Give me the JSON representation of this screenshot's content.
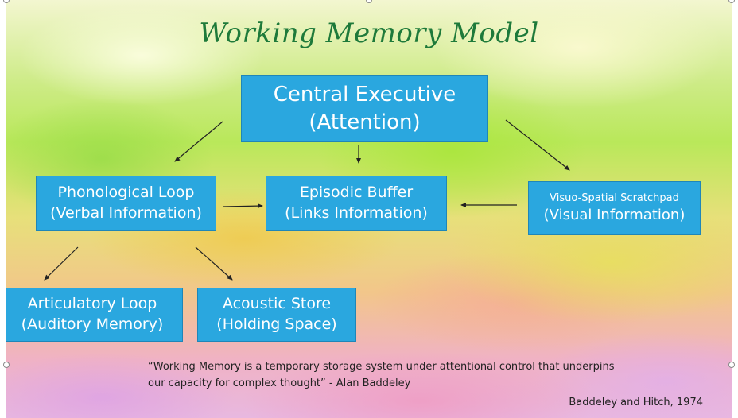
{
  "title": "Working Memory Model",
  "boxes": {
    "central_executive": {
      "line1": "Central Executive",
      "line2": "(Attention)"
    },
    "phonological_loop": {
      "line1": "Phonological Loop",
      "line2": "(Verbal Information)"
    },
    "episodic_buffer": {
      "line1": "Episodic Buffer",
      "line2": "(Links Information)"
    },
    "visuo_spatial": {
      "line1": "Visuo-Spatial Scratchpad",
      "line2": "(Visual Information)"
    },
    "articulatory_loop": {
      "line1": "Articulatory Loop",
      "line2": "(Auditory Memory)"
    },
    "acoustic_store": {
      "line1": "Acoustic Store",
      "line2": "(Holding Space)"
    }
  },
  "quote": {
    "line1": "“Working Memory is a temporary storage system under attentional control that underpins",
    "line2": "our capacity for complex thought” - Alan Baddeley"
  },
  "citation": "Baddeley and Hitch, 1974",
  "colors": {
    "box_fill": "#2aa7df",
    "title": "#1e7a3a",
    "arrow": "#222222"
  }
}
